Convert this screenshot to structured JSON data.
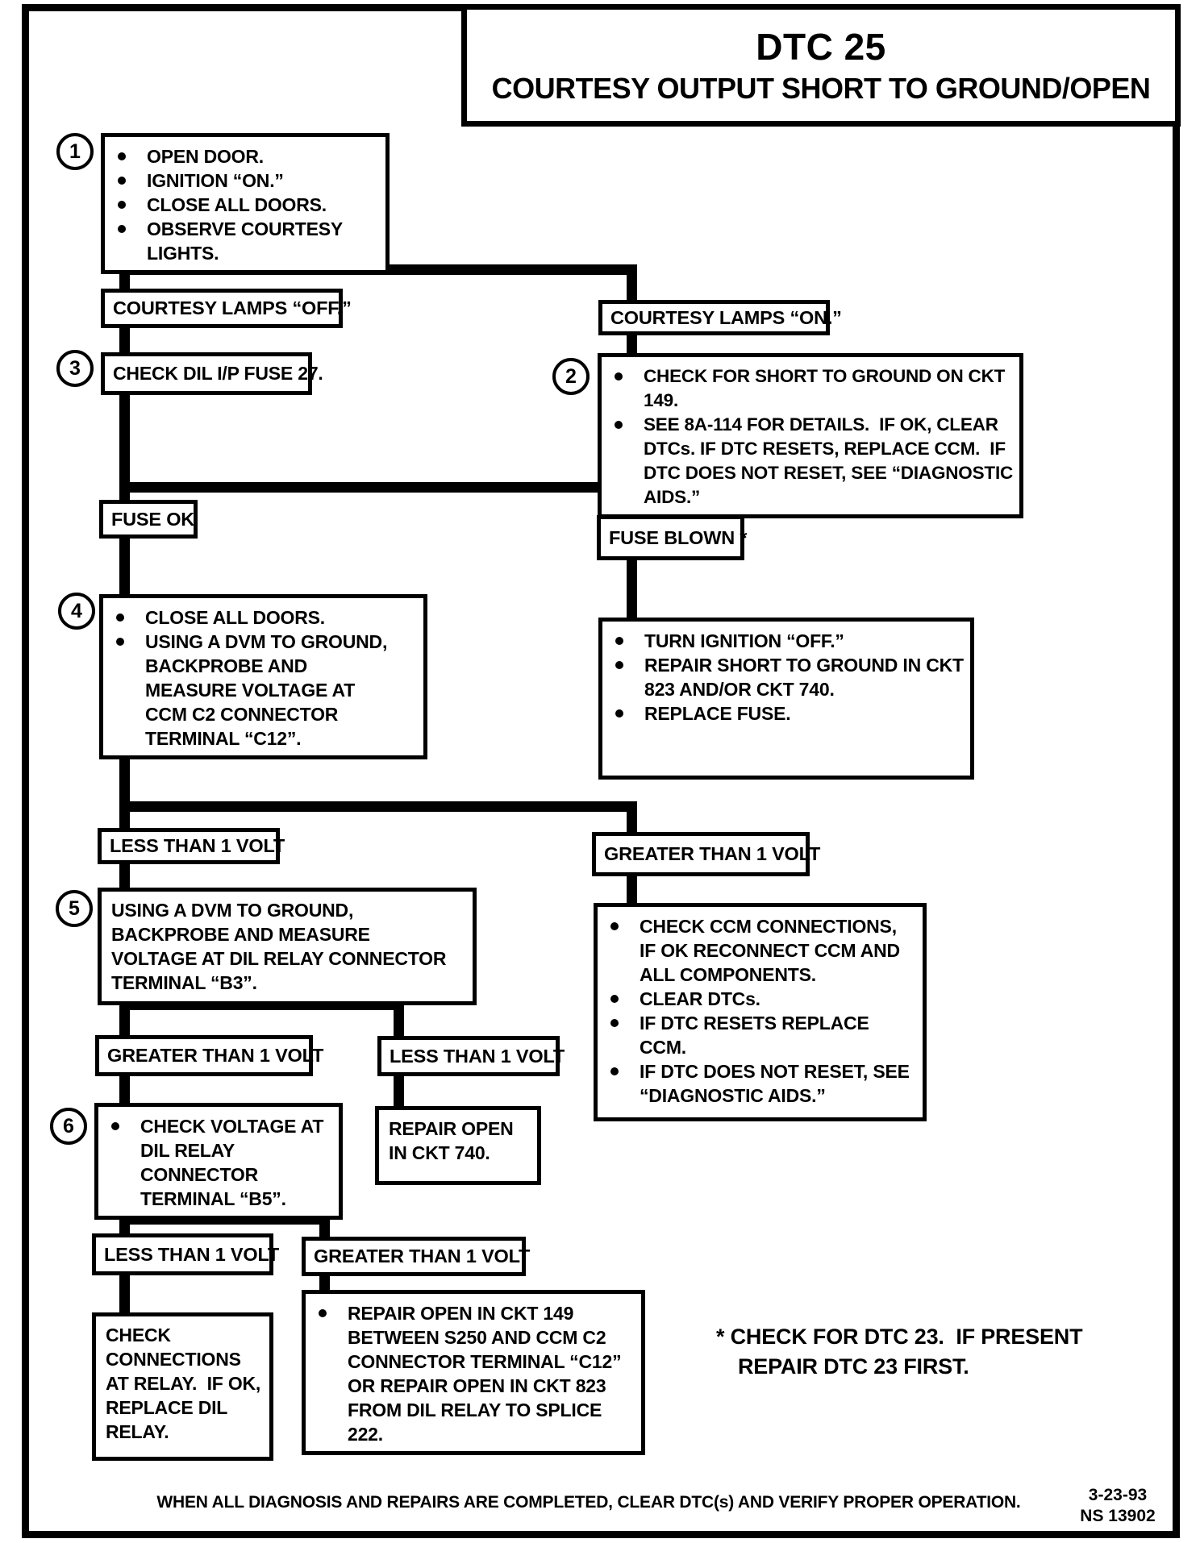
{
  "title": {
    "line1": "DTC 25",
    "line2": "COURTESY OUTPUT SHORT TO GROUND/OPEN"
  },
  "steps": {
    "step1": {
      "number": "1",
      "bullets": [
        "OPEN DOOR.",
        "IGNITION “ON.”",
        "CLOSE ALL DOORS.",
        "OBSERVE COURTESY LIGHTS."
      ]
    },
    "lamps_off": {
      "label": "COURTESY LAMPS “OFF.”"
    },
    "lamps_on": {
      "label": "COURTESY LAMPS “ON.”"
    },
    "step3": {
      "number": "3",
      "text": "CHECK DIL I/P FUSE 27."
    },
    "step2": {
      "number": "2",
      "bullets": [
        "CHECK FOR SHORT TO GROUND ON CKT 149.",
        "SEE 8A-114 FOR DETAILS.  IF OK, CLEAR DTCs. IF DTC RESETS, REPLACE CCM.  IF DTC DOES NOT RESET, SEE “DIAGNOSTIC AIDS.”"
      ]
    },
    "fuse_ok": {
      "label": "FUSE OK"
    },
    "fuse_blown": {
      "label": "FUSE BLOWN *"
    },
    "step4": {
      "number": "4",
      "bullets": [
        "CLOSE ALL DOORS.",
        "USING A DVM TO GROUND, BACKPROBE AND MEASURE VOLTAGE AT CCM C2 CONNECTOR  TERMINAL “C12”."
      ]
    },
    "fuse_blown_action": {
      "bullets": [
        "TURN IGNITION “OFF.”",
        "REPAIR SHORT TO GROUND IN CKT 823 AND/OR CKT 740.",
        "REPLACE FUSE."
      ]
    },
    "less_than_1v_a": {
      "label": "LESS THAN 1 VOLT"
    },
    "greater_than_1v_a": {
      "label": "GREATER THAN 1 VOLT"
    },
    "step5": {
      "number": "5",
      "text": "USING A DVM TO GROUND, BACKPROBE AND MEASURE VOLTAGE AT DIL RELAY CONNECTOR TERMINAL “B3”."
    },
    "ccm_check_action": {
      "bullets": [
        "CHECK CCM CONNECTIONS, IF OK RECONNECT CCM AND ALL COMPONENTS.",
        "CLEAR DTCs.",
        "IF DTC RESETS REPLACE CCM.",
        "IF DTC DOES NOT RESET, SEE “DIAGNOSTIC AIDS.”"
      ]
    },
    "greater_than_1v_b": {
      "label": "GREATER THAN 1 VOLT"
    },
    "less_than_1v_b": {
      "label": "LESS THAN 1 VOLT"
    },
    "step6": {
      "number": "6",
      "bullets": [
        "CHECK VOLTAGE AT DIL RELAY CONNECTOR TERMINAL “B5”."
      ]
    },
    "repair_ckt740": {
      "text": "REPAIR OPEN IN CKT 740."
    },
    "less_than_1v_c": {
      "label": "LESS THAN 1 VOLT"
    },
    "greater_than_1v_c": {
      "label": "GREATER THAN 1 VOLT"
    },
    "check_relay": {
      "text": "CHECK CONNECTIONS AT RELAY.  IF OK, REPLACE DIL RELAY."
    },
    "repair_ckt149": {
      "bullets": [
        "REPAIR OPEN IN CKT 149 BETWEEN S250 AND CCM C2 CONNECTOR TERMINAL “C12” OR REPAIR OPEN IN CKT 823 FROM DIL RELAY TO SPLICE 222."
      ]
    }
  },
  "footnote": {
    "line1": "* CHECK FOR DTC 23.  IF PRESENT",
    "line2": "REPAIR DTC 23 FIRST."
  },
  "footer": {
    "note": "WHEN ALL DIAGNOSIS AND REPAIRS ARE COMPLETED, CLEAR DTC(s) AND VERIFY PROPER OPERATION.",
    "date": "3-23-93",
    "doc_number": "NS 13902"
  },
  "colors": {
    "ink": "#000000",
    "paper": "#ffffff"
  }
}
